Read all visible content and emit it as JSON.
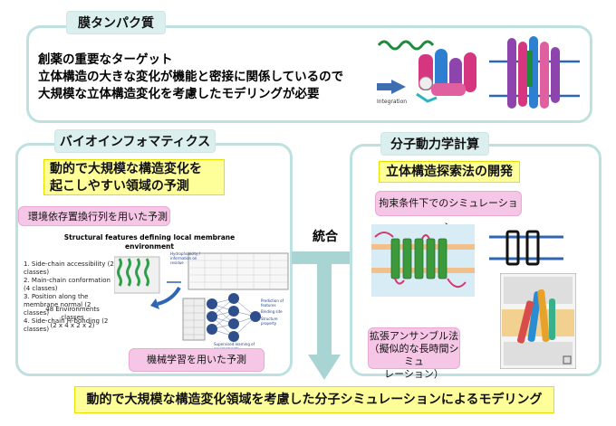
{
  "top": {
    "title": "膜タンパク質",
    "lines": [
      "創薬の重要なターゲット",
      "立体構造の大きな変化が機能と密接に関係しているので",
      "大規模な立体構造変化を考慮したモデリングが必要"
    ],
    "integration_label": "Integration"
  },
  "bio": {
    "title": "バイオインフォマティクス",
    "highlight": [
      "動的で大規模な構造変化を",
      "起こしやすい領域の予測"
    ],
    "method1": "環境依存置換行列を用いた予測",
    "figure_title": [
      "Structural features defining local membrane",
      "environment"
    ],
    "features": [
      "1. Side-chain accessibility (2 classes)",
      "2. Main-chain conformation (4 classes)",
      "3. Position along the membrane normal (2 classes)",
      "4. Side-chain H-bonding (2 classes)"
    ],
    "env_classes": [
      "48 Environments classes",
      "(2 x 4 x 2 x 2)"
    ],
    "nn_labels": [
      "Hydrophobicity / information on residue",
      "Prediction of features",
      "Binding site",
      "Structure property",
      "Supervised learning of environments"
    ],
    "method2": "機械学習を用いた予測"
  },
  "integrate_label": "統合",
  "md": {
    "title": "分子動力学計算",
    "highlight": "立体構造探索法の開発",
    "method1": "拘束条件下でのシミュレーション",
    "method2": [
      "拡張アンサンブル法",
      "（擬似的な長時間シミュ",
      "レーション）"
    ]
  },
  "bottom": {
    "text": "動的で大規模な構造変化領域を考慮した分子シミュレーションによるモデリング"
  },
  "colors": {
    "panel_border": "#bfe0e0",
    "title_bg": "#dbefef",
    "highlight_bg": "#ffff99",
    "method_bg": "#f6c6e6",
    "arrow": "#a9d4d4"
  }
}
